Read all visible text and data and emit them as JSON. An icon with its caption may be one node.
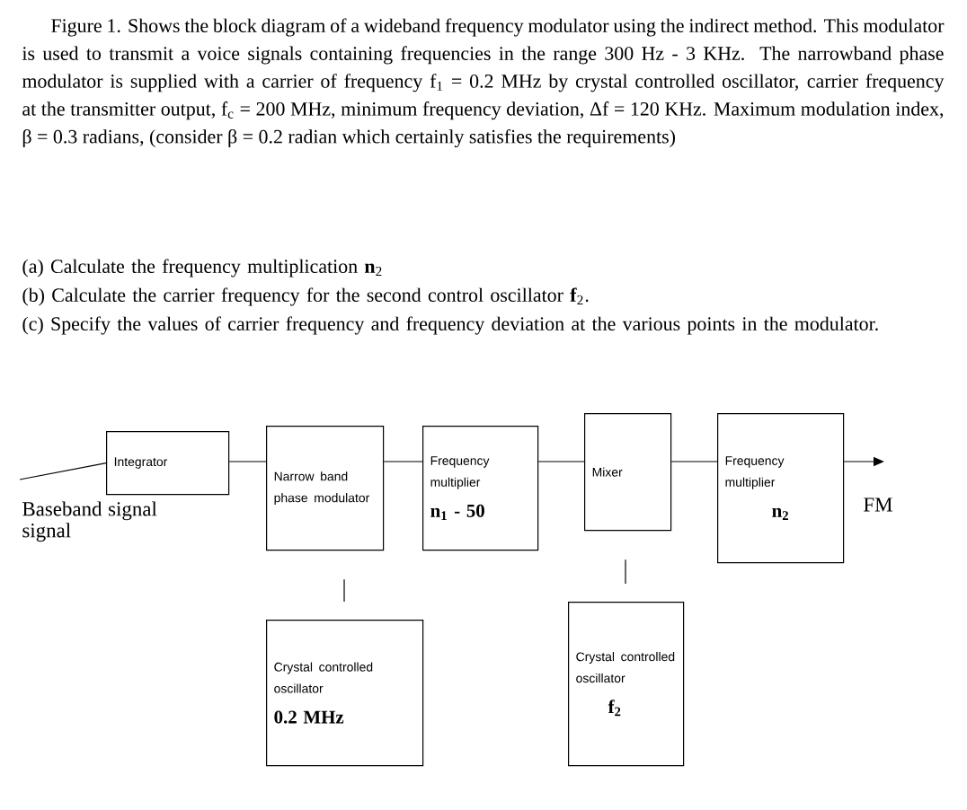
{
  "diagram": {
    "nodes": [
      {
        "text": [
          "Integrator"
        ]
      },
      {
        "text": [
          "Narrow band phase modulator"
        ]
      },
      {
        "text": [
          "Frequency multiplier",
          "n$_{1}$ - 50"
        ]
      },
      {
        "text": [
          "Mixer"
        ]
      },
      {
        "text": [
          "Frequency multiplier",
          "n$_{2}$"
        ]
      },
      {
        "text": [
          "Crystal controlled oscillator",
          "0.2 MHz"
        ]
      },
      {
        "text": [
          "Crystal controlled oscillator",
          "f$_{2}$"
        ]
      },
      {
        "text": [
          "Baseband signal signal"
        ]
      },
      {
        "text": [
          "FM"
        ]
      }
    ],
    "edges": [
      {
        "from": 7,
        "to": 0,
        "arrow": "none"
      },
      {
        "from": 0,
        "to": 1,
        "arrow": "none"
      },
      {
        "from": 1,
        "to": 2,
        "arrow": "none"
      },
      {
        "from": 2,
        "to": 3,
        "arrow": "none"
      },
      {
        "from": 3,
        "to": 4,
        "arrow": "none"
      },
      {
        "from": 4,
        "to": 8,
        "arrow": "to"
      },
      {
        "from": 5,
        "to": 1,
        "arrow": "none"
      },
      {
        "from": 6,
        "to": 3,
        "arrow": "none"
      }
    ],
    "labels": [
      "Figure 1. Shows the block diagram of a wideband frequency modulator using the indirect method. This modulator is used to transmit a voice signals containing frequencies in the range 300 Hz - 3 KHz. The narrowband phase modulator is supplied with a carrier of frequency f$_{1}$ = 0.2 MHz by crystal controlled oscillator, carrier frequency at the transmitter output, f$_{c}$ = 200 MHz, minimum frequency deviation, Δf = 120 KHz. Maximum modulation index, β = 0.3 radians, (consider β = 0.2 radian which certainly satisfies the requirements)",
      "(a) Calculate the frequency multiplication **n**$_{2}$",
      "(b) Calculate the carrier frequency for the second control oscillator **f**$_{2}$.",
      "(c) Specify the values of carrier frequency and frequency deviation at the various points in the modulator."
    ]
  }
}
